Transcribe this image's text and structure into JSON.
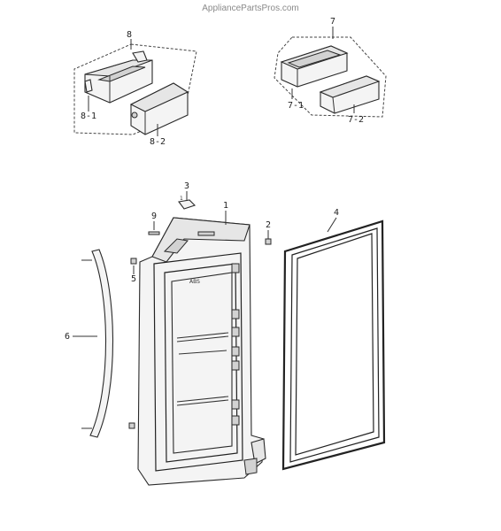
{
  "watermark": "AppliancePartsPros.com",
  "labels": {
    "p8": "8",
    "p8_1": "8-1",
    "p8_2": "8-2",
    "p7": "7",
    "p7_1": "7-1",
    "p7_2": "7-2",
    "p3": "3",
    "p9": "9",
    "p1": "1",
    "p2": "2",
    "p4": "4",
    "p5": "5",
    "p6": "6",
    "abs_mark": "ABS"
  }
}
